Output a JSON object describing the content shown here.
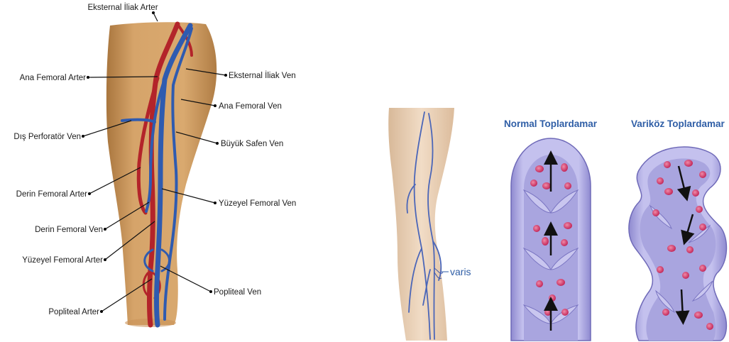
{
  "anatomy_labels": {
    "external_iliac_artery": "Eksternal İliak Arter",
    "common_femoral_artery": "Ana Femoral Arter",
    "external_iliac_vein": "Eksternal İliak Ven",
    "common_femoral_vein": "Ana Femoral Ven",
    "outer_perforator_vein": "Dış Perforatör Ven",
    "great_saphenous_vein": "Büyük Safen Ven",
    "deep_femoral_artery": "Derin Femoral Arter",
    "superficial_femoral_vein": "Yüzeyel Femoral Ven",
    "deep_femoral_vein": "Derin Femoral Ven",
    "superficial_femoral_artery": "Yüzeyel Femoral Arter",
    "popliteal_vein": "Popliteal Ven",
    "popliteal_artery": "Popliteal Arter"
  },
  "varicose_panel": {
    "leg_label": "varis",
    "normal_title": "Normal Toplardamar",
    "varicose_title": "Variköz Toplardamar"
  },
  "colors": {
    "artery": "#b3242a",
    "vein": "#2f5bb0",
    "skin": "#d6a46a",
    "vein_wall": "#b7b7e6",
    "vein_lumen": "#9a96d6",
    "blood_cell": "#d23d6e",
    "title": "#2f5ea6"
  }
}
